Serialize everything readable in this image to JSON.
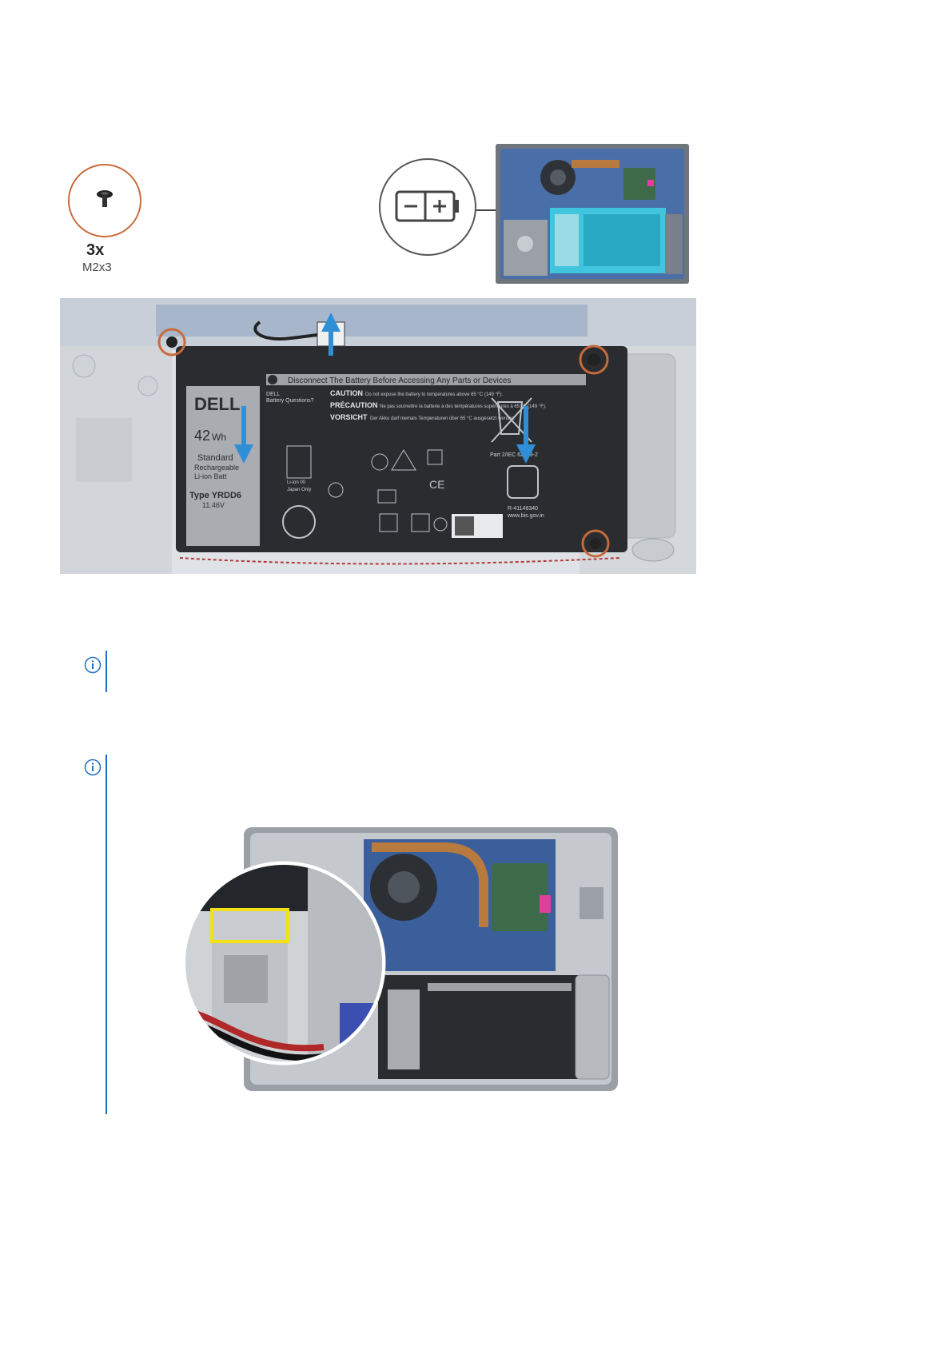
{
  "screw": {
    "quantity": "3x",
    "size": "M2x3"
  },
  "battery_label": {
    "banner": "Disconnect The Battery Before Accessing Any Parts or Devices",
    "brand": "DELL",
    "questions_line1": "DELL",
    "questions_line2": "Battery Questions?",
    "capacity_number": "42",
    "capacity_unit": "Wh",
    "standard": "Standard",
    "rechargeable": "Rechargeable",
    "li_ion": "Li-ion Batt",
    "type": "Type YRDD6",
    "voltage": "11.46V",
    "caution_head": "CAUTION",
    "caution_text": "Do not expose the battery to temperatures above 65 °C (149 °F).",
    "precaution_head": "PRÉCAUTION",
    "precaution_text": "Ne pas soumettre la batterie à des températures supérieures à 65 °C (149 °F).",
    "vorsicht_head": "VORSICHT",
    "vorsicht_text": "Der Akku darf niemals Temperaturen über 65 °C ausgesetzt werden.",
    "iec": "Part 2/IEC 62133-2",
    "r_number": "R-41146340",
    "bis": "www.bis.gov.in",
    "japan_only": "Japan Only",
    "li_ion_00": "Li-ion 00"
  },
  "colors": {
    "callout_orange": "#c86a3a",
    "arrow_blue": "#2e8fd6",
    "note_blue": "#1f6fbf",
    "label_gray": "#a9adb2",
    "battery_black": "#2a2c30"
  }
}
